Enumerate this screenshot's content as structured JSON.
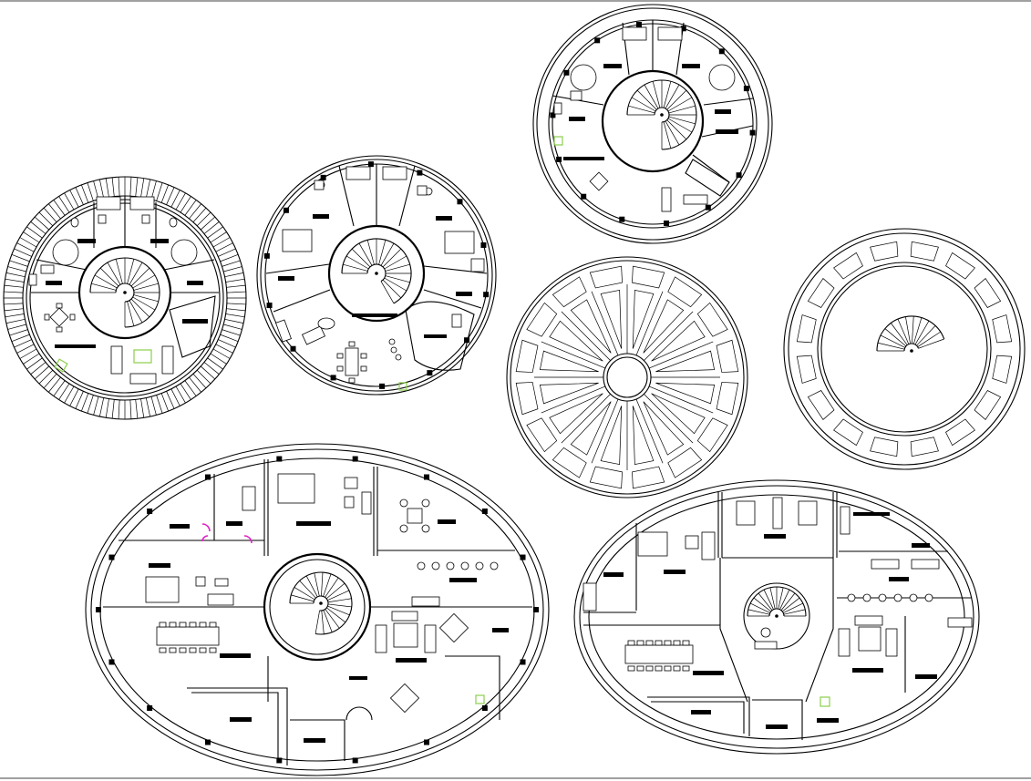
{
  "drawing": {
    "kind": "architectural CAD floor plans",
    "plans": [
      {
        "id": "round-house-left",
        "shape": "circle",
        "features": [
          "ribbed outer ring",
          "spiral staircase",
          "two bathrooms",
          "dining table",
          "sofa set"
        ]
      },
      {
        "id": "round-house-middle",
        "shape": "circle",
        "features": [
          "spiral staircase",
          "bathrooms",
          "beds",
          "dining table",
          "lounge chairs"
        ]
      },
      {
        "id": "round-house-top",
        "shape": "circle",
        "features": [
          "spiral staircase",
          "two bathrooms",
          "dining table",
          "sofa set"
        ]
      },
      {
        "id": "roof-plan",
        "shape": "circle",
        "features": [
          "radial roof segments",
          "central skylight ring",
          "panel ring"
        ]
      },
      {
        "id": "staircase-plan",
        "shape": "circle",
        "features": [
          "panel ring",
          "spiral staircase"
        ]
      },
      {
        "id": "oval-house-large",
        "shape": "ellipse",
        "features": [
          "central spiral staircase",
          "conference table",
          "offices",
          "bathroom",
          "sofa sets"
        ]
      },
      {
        "id": "oval-house-small",
        "shape": "ellipse",
        "features": [
          "central spiral staircase",
          "conference table",
          "offices",
          "sofa sets"
        ]
      }
    ],
    "colors": {
      "line": "#000000",
      "accent_green": "#8bcf4c",
      "accent_magenta": "#e020c8",
      "background": "#ffffff"
    }
  }
}
